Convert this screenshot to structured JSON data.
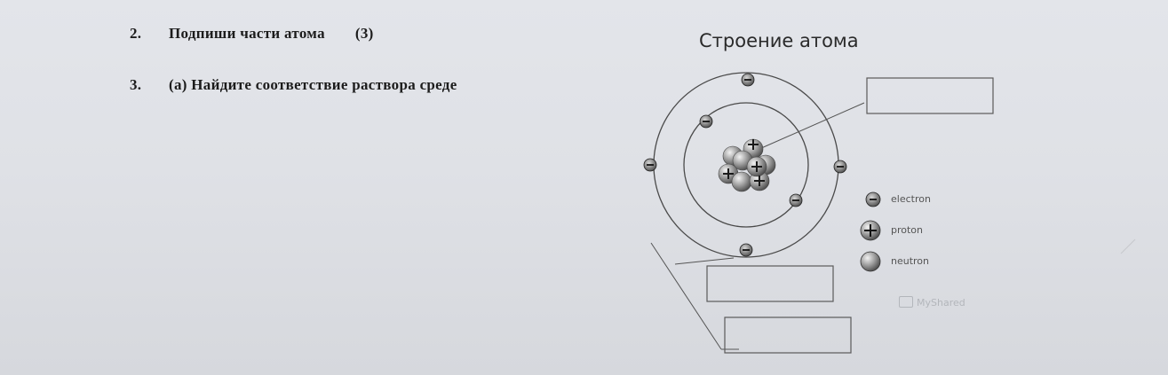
{
  "tasks": [
    {
      "number": "2.",
      "text": "Подпиши части атома",
      "points": "(3)"
    },
    {
      "number": "3.",
      "text": "(а) Найдите соответствие раствора среде"
    }
  ],
  "figure": {
    "title": "Строение атома",
    "legend": [
      {
        "label": "electron",
        "icon": "electron-icon"
      },
      {
        "label": "proton",
        "icon": "proton-icon"
      },
      {
        "label": "neutron",
        "icon": "neutron-icon"
      }
    ],
    "watermark": "MyShared",
    "answer_boxes": 3,
    "shell_electron_counts": [
      2,
      4
    ]
  }
}
